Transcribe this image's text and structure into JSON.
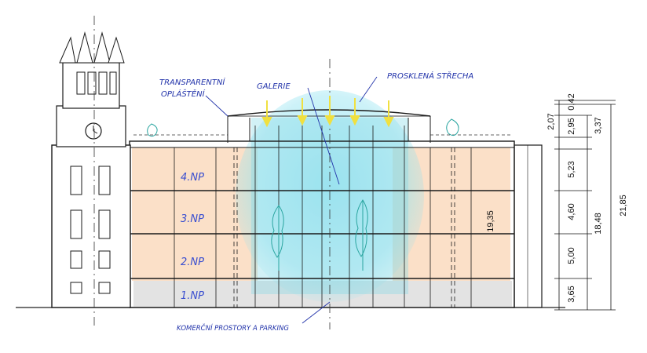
{
  "annotations": {
    "transparent_skin_line1": "TRANSPARENTNÍ",
    "transparent_skin_line2": "OPLÁŠTĚNÍ",
    "gallery": "GALERIE",
    "glass_roof": "PROSKLENÁ STŘECHA",
    "commercial": "KOMERČNÍ PROSTORY A PARKING"
  },
  "floors": [
    {
      "label": "4.NP"
    },
    {
      "label": "3.NP"
    },
    {
      "label": "2.NP"
    },
    {
      "label": "1.NP"
    }
  ],
  "dimensions": {
    "segments": [
      "0,42",
      "2,95",
      "2,07",
      "5,23",
      "4,60",
      "5,00",
      "3,65"
    ],
    "roof_pair": "3,37",
    "middle": "18,48",
    "total": "21,85",
    "facade_height": "19,35"
  },
  "colors": {
    "orange_wash": "#f7c79a",
    "blue_wash": "#7fd6e6",
    "ink": "#1a1a1a",
    "annotation_ink": "#2233aa",
    "arrow_yellow": "#f0e040",
    "sketch_teal": "#2aa5a0"
  }
}
